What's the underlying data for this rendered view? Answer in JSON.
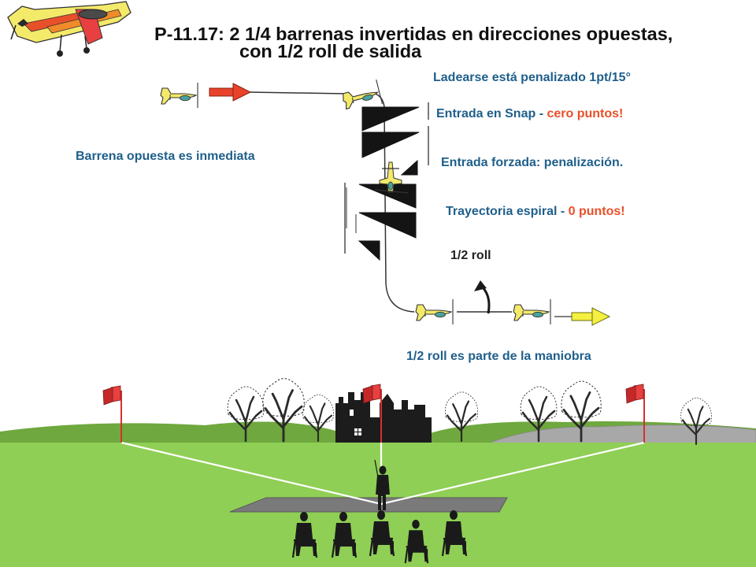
{
  "title": {
    "line1": "P-11.17: 2 1/4 barrenas invertidas en direcciones opuestas,",
    "line2": "con 1/2 roll de salida"
  },
  "notes": {
    "ladearse": "Ladearse está penalizado  1pt/15°",
    "snap_main": "Entrada en Snap - ",
    "snap_red": "cero puntos!",
    "forzada": "Entrada forzada: penalización.",
    "espiral_main": "Trayectoria espiral - ",
    "espiral_red": "0 puntos!",
    "barrena": "Barrena opuesta es inmediata",
    "half_roll": "1/2 roll",
    "parte": "1/2 roll es parte de la maniobra"
  },
  "colors": {
    "title": "#111111",
    "label": "#1f5f8b",
    "penalty": "#e8502a",
    "sky": "#ffffff",
    "grass": "#8fcf55",
    "hills": "#6fa83e",
    "runway": "#7a7a7a",
    "plane": "#f4ea6a",
    "entry_arrow": "#e8432a",
    "exit_arrow": "#f4f040",
    "flag": "#e84040"
  },
  "icons": {
    "logo": "aerobatic-plane-icon",
    "plane": "plane-icon",
    "spin_triangle": "spin-triangle-icon",
    "flag": "flag-icon",
    "tree": "tree-icon",
    "castle": "castle-icon",
    "pilot": "pilot-icon",
    "judge": "judge-icon"
  }
}
